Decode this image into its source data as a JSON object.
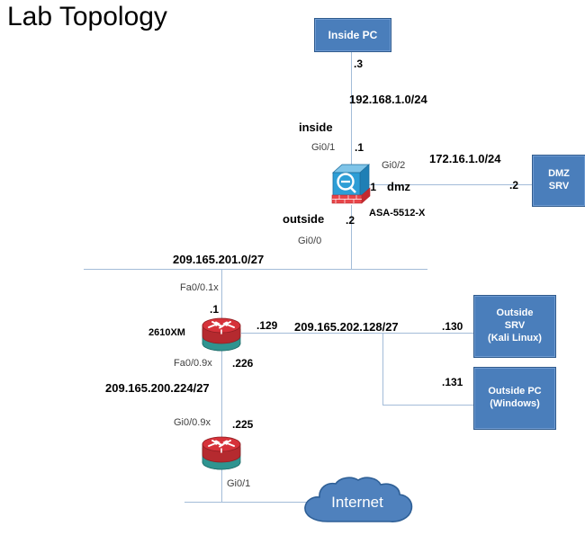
{
  "page": {
    "title": "Lab Topology",
    "title_color": "#3b78b5",
    "background": "#ffffff"
  },
  "colors": {
    "node_fill": "#4a7ebb",
    "node_border": "#2f5a8c",
    "line": "#a3bcd8",
    "cloud_fill": "#4f81bd",
    "cloud_border": "#2e5f96",
    "router_top": "#c0282d",
    "router_bottom": "#2f9490",
    "asa_body": "#2d8dc4",
    "asa_brick": "#e8454a",
    "text": "#000000",
    "interface_text": "#3f3f3f"
  },
  "nodes": {
    "inside_pc": {
      "label": "Inside PC"
    },
    "dmz_srv": {
      "line1": "DMZ",
      "line2": "SRV"
    },
    "outside_srv": {
      "line1": "Outside",
      "line2": "SRV",
      "line3": "(Kali Linux)"
    },
    "outside_pc": {
      "line1": "Outside PC",
      "line2": "(Windows)"
    },
    "asa": {
      "model": "ASA-5512-X"
    },
    "router_2610xm": {
      "model": "2610XM"
    },
    "router_edge": {
      "model": ""
    },
    "internet": {
      "label": "Internet"
    }
  },
  "networks": {
    "inside": "192.168.1.0/24",
    "dmz": "172.16.1.0/24",
    "outside": "209.165.201.0/27",
    "dmz_outside": "209.165.202.128/27",
    "isp": "209.165.200.224/27"
  },
  "zones": {
    "inside": "inside",
    "outside": "outside",
    "dmz": "dmz"
  },
  "interfaces": {
    "asa_inside": "Gi0/1",
    "asa_dmz": "Gi0/2",
    "asa_outside": "Gi0/0",
    "r1_fa_01x": "Fa0/0.1x",
    "r1_fa_09x": "Fa0/0.9x",
    "r2_gi_09x": "Gi0/0.9x",
    "r2_gi_1": "Gi0/1"
  },
  "addresses": {
    "inside_pc": ".3",
    "asa_inside": ".1",
    "asa_dmz": ".1",
    "dmz_srv": ".2",
    "asa_outside": ".2",
    "r1_outside": ".1",
    "r1_dmz_out": ".129",
    "r1_isp": ".226",
    "outside_srv": ".130",
    "outside_pc": ".131",
    "r2_isp": ".225"
  }
}
